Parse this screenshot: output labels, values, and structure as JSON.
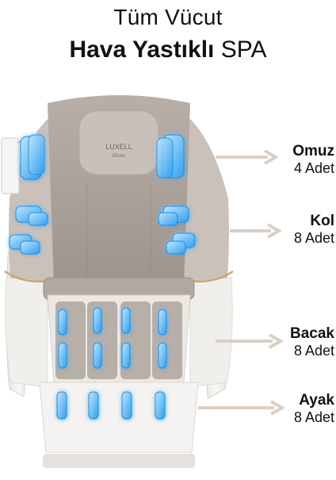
{
  "header": {
    "line1": "Tüm Vücut",
    "line2_bold": "Hava Yastıklı",
    "line2_regular": "SPA"
  },
  "brand": {
    "name": "LUXELL",
    "sub": "Home"
  },
  "zones": [
    {
      "name": "Omuz",
      "count": "4 Adet"
    },
    {
      "name": "Kol",
      "count": "8 Adet"
    },
    {
      "name": "Bacak",
      "count": "8 Adet"
    },
    {
      "name": "Ayak",
      "count": "8 Adet"
    }
  ],
  "colors": {
    "airbag": "#3aa9f2",
    "airbag_glow": "#9fd8ff",
    "arrow": "#d9cfc6",
    "upholstery": "#a59c95",
    "shell": "#f2f0ee",
    "gold_trim": "#c9a86a"
  }
}
